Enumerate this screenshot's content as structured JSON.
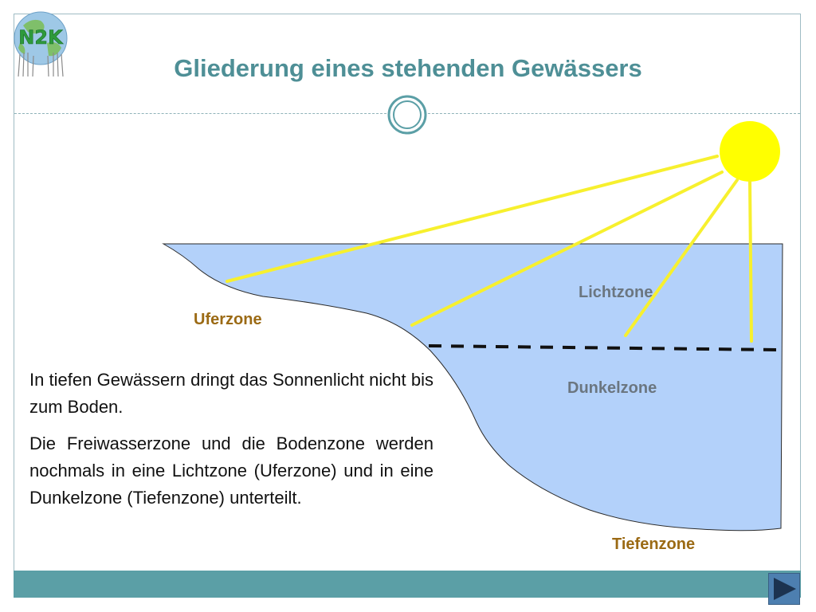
{
  "slide": {
    "title": "Gliederung eines stehenden Gewässers",
    "logo_text": "N2K"
  },
  "diagram": {
    "labels": {
      "uferzone": "Uferzone",
      "lichtzone": "Lichtzone",
      "dunkelzone": "Dunkelzone",
      "tiefenzone": "Tiefenzone"
    },
    "colors": {
      "water": "#b3d1fa",
      "sun": "#ffff00",
      "rays": "#f7f02e",
      "brown_label": "#9b6a14",
      "grey_label": "#6b7680"
    }
  },
  "text": {
    "paragraph1": "In tiefen Gewässern dringt das Sonnenlicht nicht bis zum Boden.",
    "paragraph2": "Die Freiwasserzone und die Bodenzone werden nochmals in eine Lichtzone (Uferzone) und in eine Dunkelzone (Tiefenzone) unterteilt."
  },
  "navigation": {
    "next_icon": "play-triangle-icon"
  },
  "theme": {
    "title_color": "#4e8f96",
    "footer_color": "#5b9fa6"
  }
}
